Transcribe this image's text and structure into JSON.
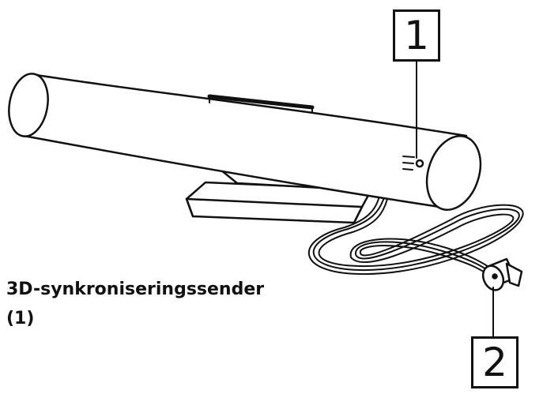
{
  "callouts": {
    "one": "1",
    "two": "2"
  },
  "caption": {
    "line1": "3D-synkroniseringssender",
    "line2": "(1)"
  },
  "colors": {
    "line": "#111111",
    "background": "#ffffff"
  }
}
